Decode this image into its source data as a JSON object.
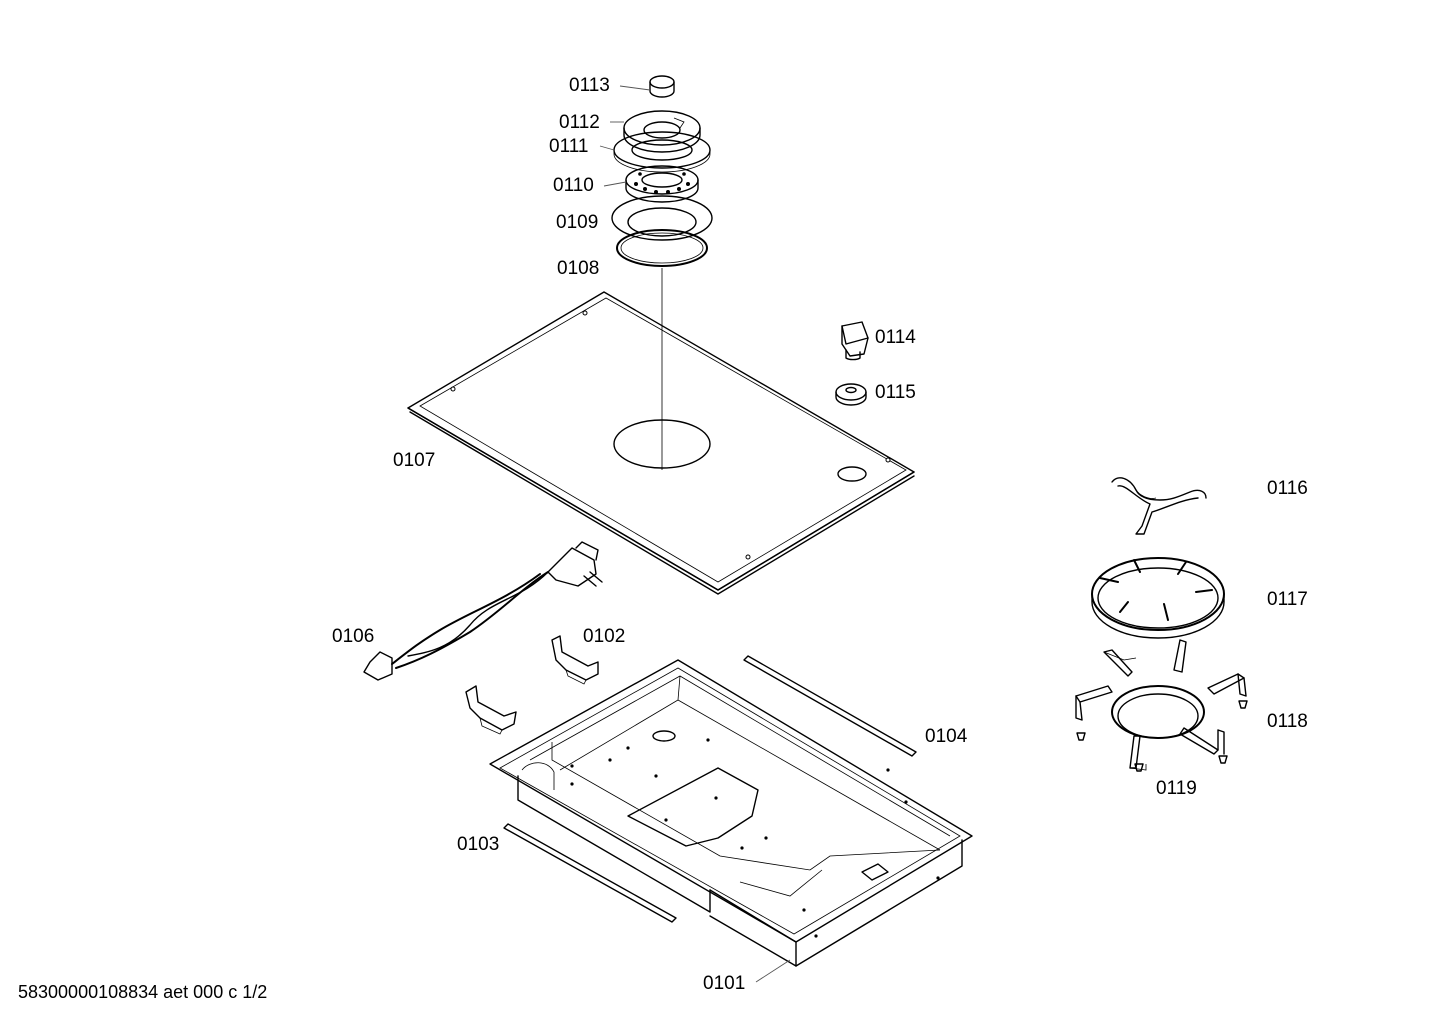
{
  "drawing_id": "58300000108834 aet 000 c 1/2",
  "parts": [
    {
      "id": "0101",
      "name": "part-0101"
    },
    {
      "id": "0102",
      "name": "part-0102"
    },
    {
      "id": "0103",
      "name": "part-0103"
    },
    {
      "id": "0104",
      "name": "part-0104"
    },
    {
      "id": "0106",
      "name": "part-0106"
    },
    {
      "id": "0107",
      "name": "part-0107"
    },
    {
      "id": "0108",
      "name": "part-0108"
    },
    {
      "id": "0109",
      "name": "part-0109"
    },
    {
      "id": "0110",
      "name": "part-0110"
    },
    {
      "id": "0111",
      "name": "part-0111"
    },
    {
      "id": "0112",
      "name": "part-0112"
    },
    {
      "id": "0113",
      "name": "part-0113"
    },
    {
      "id": "0114",
      "name": "part-0114"
    },
    {
      "id": "0115",
      "name": "part-0115"
    },
    {
      "id": "0116",
      "name": "part-0116"
    },
    {
      "id": "0117",
      "name": "part-0117"
    },
    {
      "id": "0118",
      "name": "part-0118"
    },
    {
      "id": "0119",
      "name": "part-0119"
    }
  ]
}
